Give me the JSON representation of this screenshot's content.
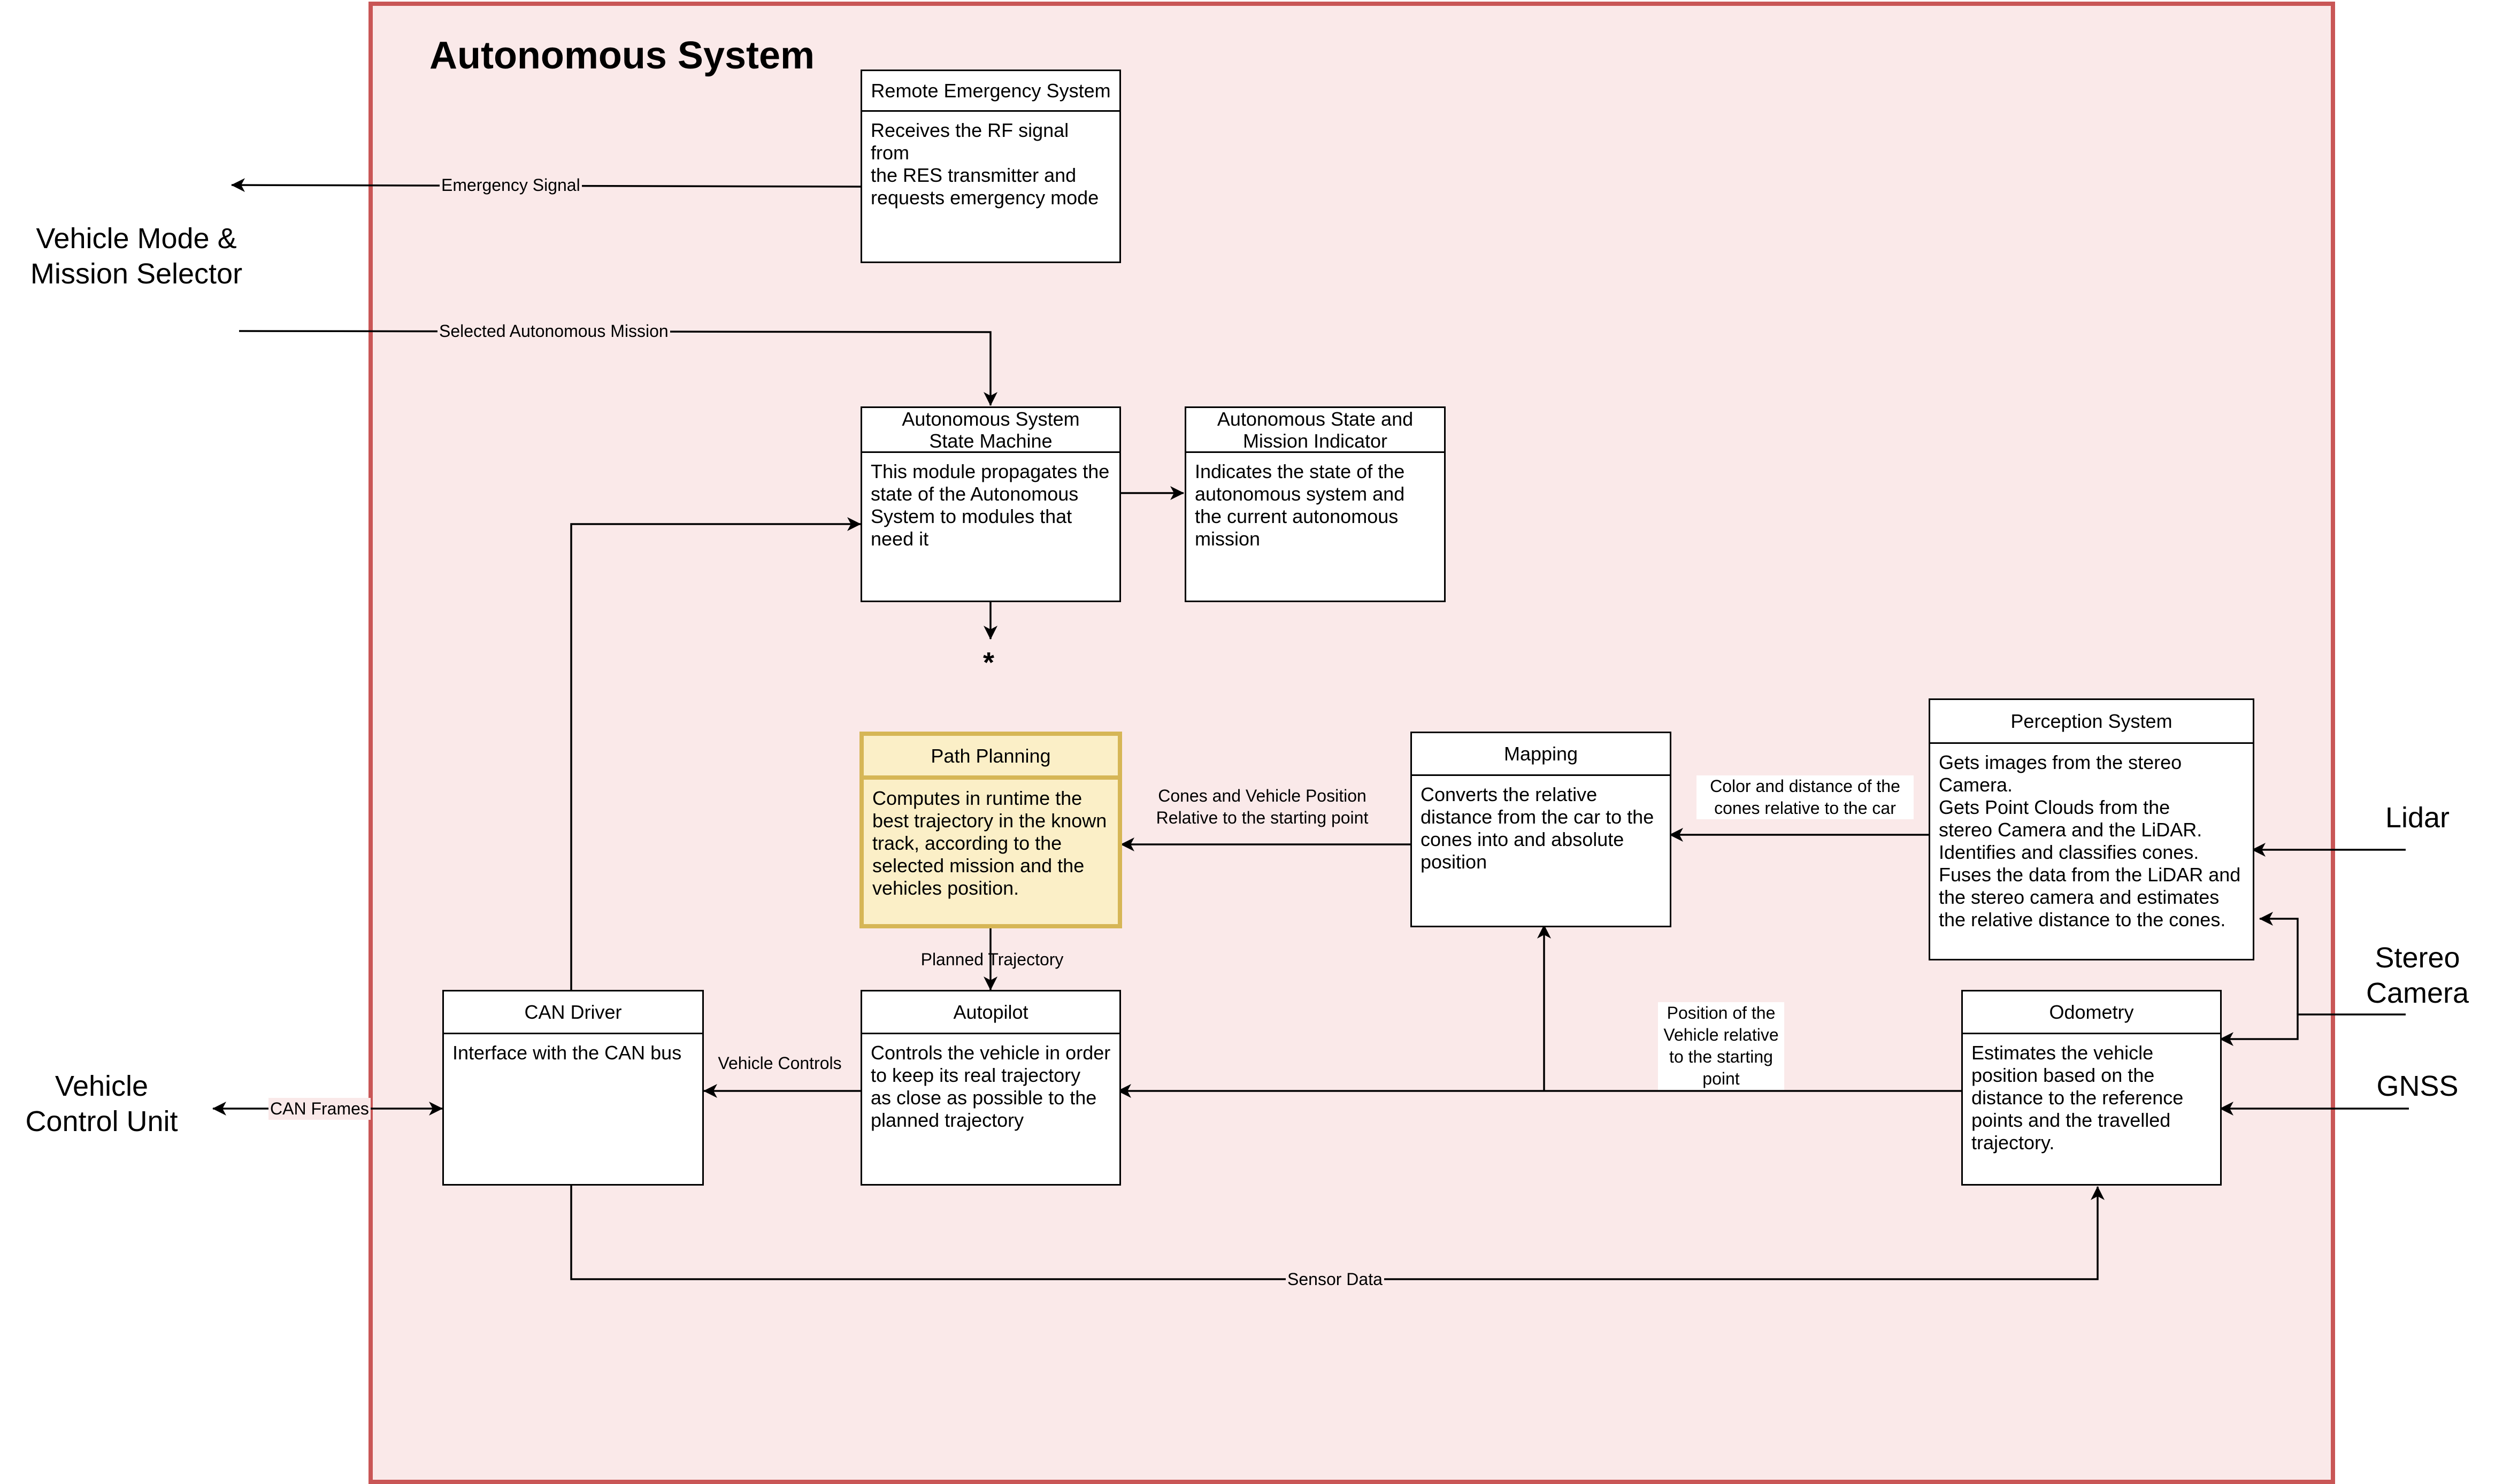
{
  "system": {
    "title": "Autonomous System"
  },
  "external": {
    "mode_selector": "Vehicle Mode &\nMission Selector",
    "vcu": "Vehicle\nControl Unit",
    "lidar": "Lidar",
    "stereo": "Stereo\nCamera",
    "gnss": "GNSS"
  },
  "blocks": {
    "res": {
      "title": "Remote Emergency System",
      "body": "Receives the RF signal from\nthe RES transmitter and\nrequests emergency mode"
    },
    "asm": {
      "title": "Autonomous System\nState Machine",
      "body": "This module propagates the\nstate of the Autonomous\nSystem to modules that\nneed it"
    },
    "asmi": {
      "title": "Autonomous State and\nMission Indicator",
      "body": "Indicates the state of the\nautonomous system and\nthe current autonomous\nmission"
    },
    "path": {
      "title": "Path Planning",
      "body": "Computes in runtime the\nbest trajectory in the known\ntrack, according to the\nselected mission and the\nvehicles position."
    },
    "mapping": {
      "title": "Mapping",
      "body": "Converts the relative\ndistance from the car to the\ncones into and absolute\nposition"
    },
    "perception": {
      "title": "Perception System",
      "body": "Gets images from the stereo\nCamera.\nGets Point Clouds from the\nstereo Camera and the LiDAR.\nIdentifies and classifies cones.\nFuses the data from the LiDAR and\nthe stereo camera and estimates\nthe relative distance to the cones."
    },
    "can": {
      "title": "CAN Driver",
      "body": "Interface with the CAN bus"
    },
    "autopilot": {
      "title": "Autopilot",
      "body": "Controls the vehicle in order\nto keep its real trajectory\nas close as possible to the\nplanned trajectory"
    },
    "odometry": {
      "title": "Odometry",
      "body": "Estimates the vehicle\nposition based on the\ndistance to the reference\npoints and the travelled\ntrajectory."
    }
  },
  "edges": {
    "emergency": "Emergency Signal",
    "selected_mission": "Selected Autonomous Mission",
    "star": "*",
    "cones_vehicle": "Cones and Vehicle Position\nRelative to the starting point",
    "color_distance": "Color and distance of the\ncones relative to the car",
    "planned": "Planned Trajectory",
    "vehicle_controls": "Vehicle Controls",
    "can_frames": "CAN Frames",
    "position": "Position of the\nVehicle relative\nto the starting\npoint",
    "sensor_data": "Sensor Data"
  }
}
